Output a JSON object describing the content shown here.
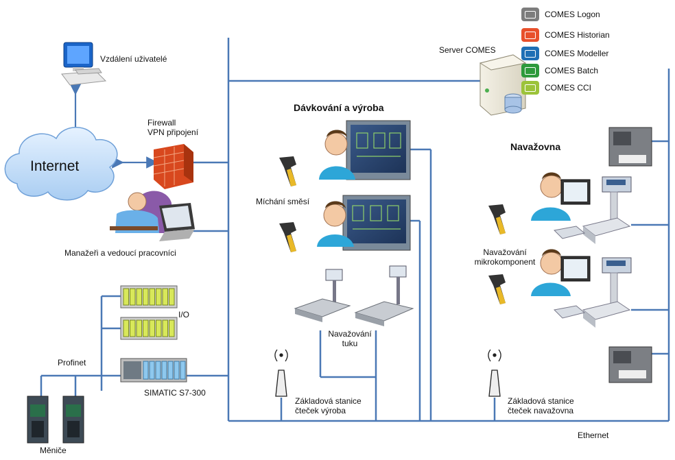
{
  "labels": {
    "remote_users": "Vzdálení uživatelé",
    "internet": "Internet",
    "firewall_line1": "Firewall",
    "firewall_line2": "VPN připojení",
    "managers": "Manažeři a vedoucí pracovníci",
    "io": "I/O",
    "profinet": "Profinet",
    "simatic": "SIMATIC S7-300",
    "drives": "Měniče",
    "server": "Server COMES",
    "dosing_title": "Dávkování a výroba",
    "mixing": "Míchání směsí",
    "fat_line1": "Navažování",
    "fat_line2": "tuku",
    "base_prod_line1": "Základová stanice",
    "base_prod_line2": "čteček výroba",
    "weighing_title": "Navažovna",
    "micro_line1": "Navažování",
    "micro_line2": "mikrokomponent",
    "base_weigh_line1": "Základová stanice",
    "base_weigh_line2": "čteček navažovna",
    "ethernet": "Ethernet"
  },
  "legend": [
    {
      "label": "COMES Logon",
      "color": "#7d7d7d",
      "icon": "logon-icon"
    },
    {
      "label": "COMES Historian",
      "color": "#e8502c",
      "icon": "historian-icon"
    },
    {
      "label": "COMES Modeller",
      "color": "#1f6fb5",
      "icon": "modeller-icon"
    },
    {
      "label": "COMES Batch",
      "color": "#2e9a3c",
      "icon": "batch-icon"
    },
    {
      "label": "COMES CCI",
      "color": "#9cc33a",
      "icon": "cci-icon"
    }
  ],
  "colors": {
    "network": "#4a78b5",
    "bg": "#ffffff"
  }
}
